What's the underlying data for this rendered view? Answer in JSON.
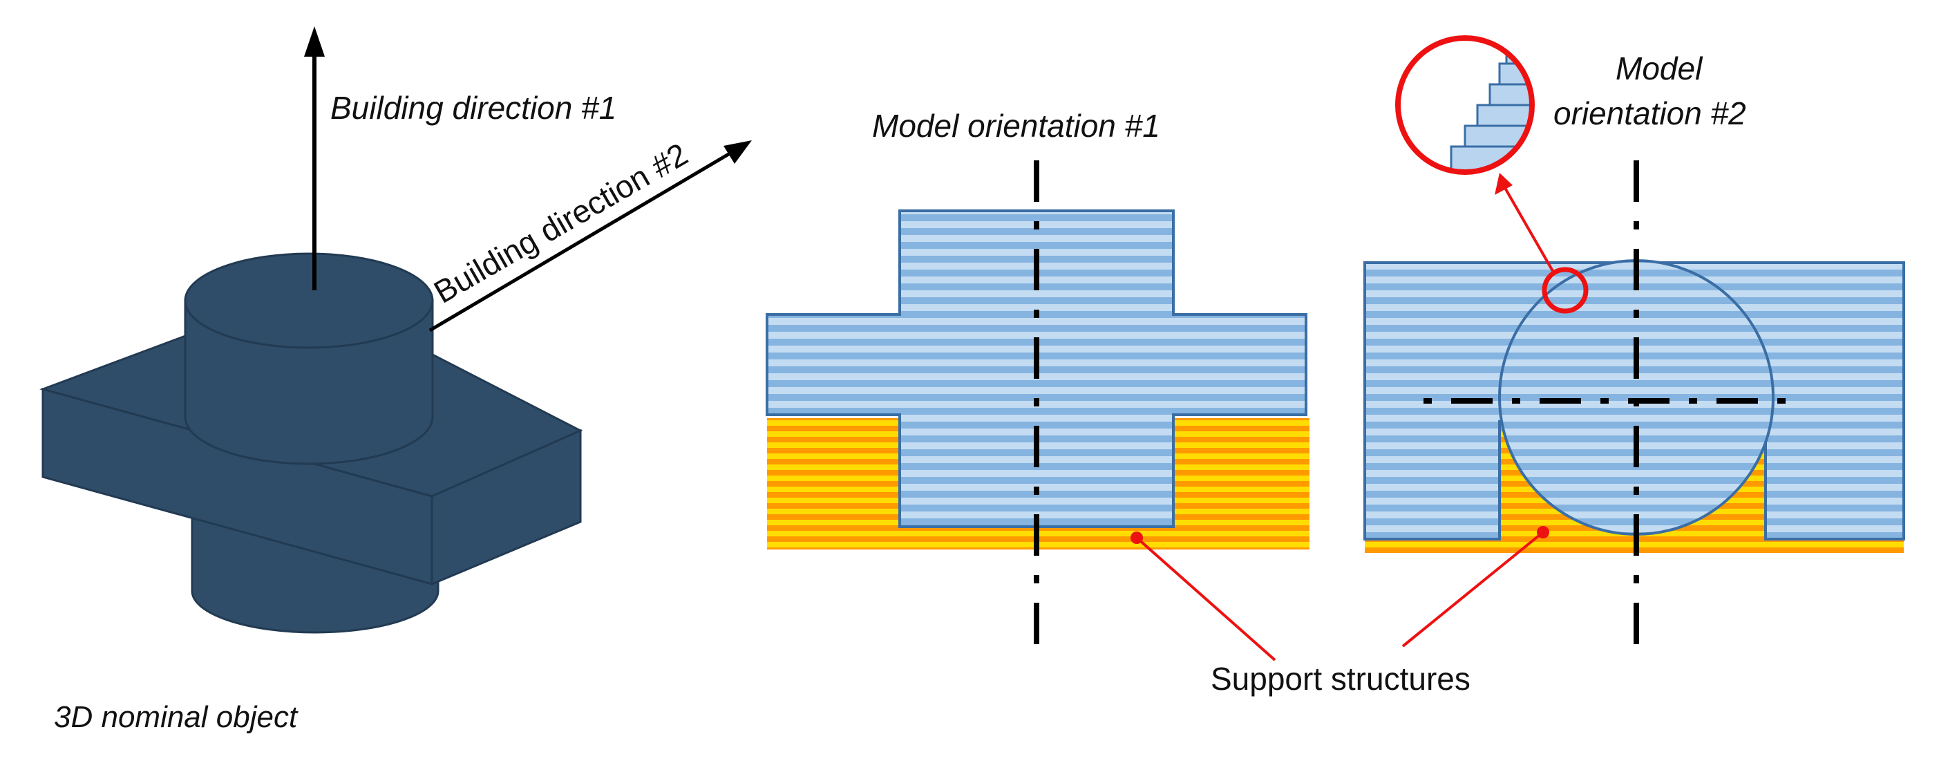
{
  "labels": {
    "building_direction_1": "Building direction #1",
    "building_direction_2": "Building direction #2",
    "model_orientation_1": "Model orientation #1",
    "model_orientation_2_line1": "Model",
    "model_orientation_2_line2": "orientation #2",
    "support_structures": "Support structures",
    "nominal_object": "3D nominal object"
  },
  "colors": {
    "object_fill": "#2f4d69",
    "object_edge": "#223a52",
    "layer_light": "#c4dcf2",
    "layer_dark": "#86b4e0",
    "layer_border": "#3a6ea5",
    "support_yellow": "#ffdd00",
    "support_orange": "#ff9900",
    "callout_red": "#ee1111",
    "arrow": "#000000"
  }
}
